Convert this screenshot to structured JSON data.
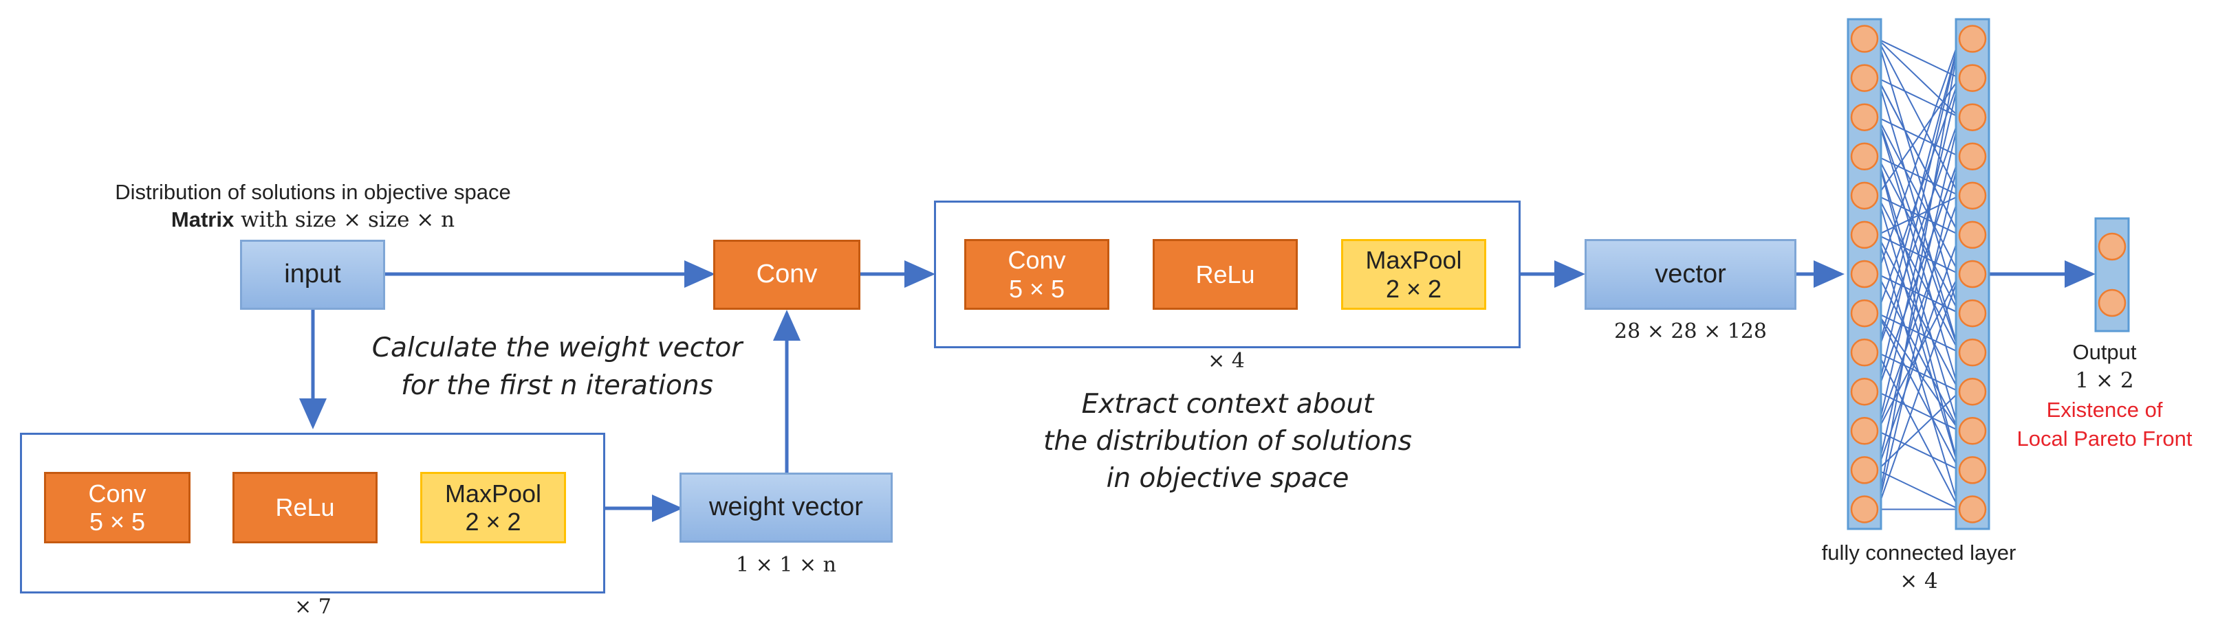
{
  "input": {
    "caption_line1": "Distribution of solutions in objective space",
    "caption_bold": "Matrix",
    "caption_rest": " with size × size × n",
    "label": "input"
  },
  "weight_branch": {
    "block1": {
      "line1": "Conv",
      "line2": "5 × 5"
    },
    "block2": {
      "line1": "ReLu"
    },
    "block3": {
      "line1": "MaxPool",
      "line2": "2 × 2"
    },
    "repeat": "× 7",
    "output_label": "weight vector",
    "output_dims": "1 × 1 × n",
    "note_line1": "Calculate the weight vector",
    "note_line2": "for the first n iterations"
  },
  "conv": {
    "label": "Conv"
  },
  "context_branch": {
    "block1": {
      "line1": "Conv",
      "line2": "5 × 5"
    },
    "block2": {
      "line1": "ReLu"
    },
    "block3": {
      "line1": "MaxPool",
      "line2": "2 × 2"
    },
    "repeat": "× 4",
    "note_line1": "Extract context about",
    "note_line2": "the distribution of solutions",
    "note_line3": "in objective space"
  },
  "vector": {
    "label": "vector",
    "dims": "28 × 28 × 128"
  },
  "fc": {
    "label": "fully connected layer",
    "repeat": "× 4",
    "neurons_per_layer": 13
  },
  "output": {
    "label": "Output",
    "dims": "1 × 2",
    "meaning_line1": "Existence of",
    "meaning_line2": "Local Pareto Front",
    "neurons": 2
  },
  "colors": {
    "arrow": "#4472c4",
    "orange": "#ed7d31",
    "yellow": "#ffd966",
    "blue_box": "#9dc3e6",
    "neuron": "#f4b183",
    "highlight_text": "#e8232a"
  }
}
